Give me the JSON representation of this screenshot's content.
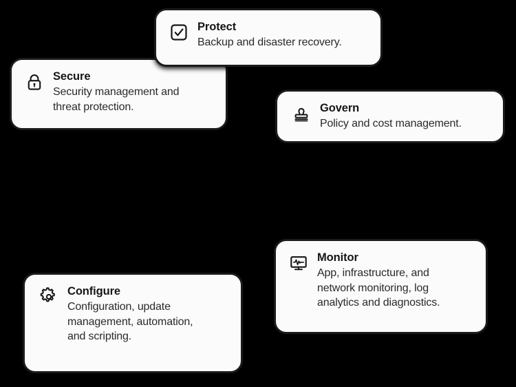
{
  "background_color": "#000000",
  "card_style": {
    "fill": "#fbfbfb",
    "border_color": "#1b1b1b",
    "title_color": "#161616",
    "text_color": "#2a2a2a"
  },
  "cards": [
    {
      "id": "protect",
      "icon": "checkbox-checked-icon",
      "title": "Protect",
      "description": "Backup and disaster recovery.",
      "description_lines": [
        "Backup and disaster recovery."
      ]
    },
    {
      "id": "secure",
      "icon": "lock-icon",
      "title": "Secure",
      "description": "Security management and threat protection.",
      "description_lines": [
        "Security management and",
        "threat protection."
      ]
    },
    {
      "id": "govern",
      "icon": "stamp-icon",
      "title": "Govern",
      "description": "Policy and cost management.",
      "description_lines": [
        "Policy and cost management."
      ]
    },
    {
      "id": "monitor",
      "icon": "monitor-pulse-icon",
      "title": "Monitor",
      "description": "App, infrastructure, and network monitoring, log analytics and diagnostics.",
      "description_lines": [
        "App, infrastructure, and",
        "network monitoring, log",
        "analytics and diagnostics."
      ]
    },
    {
      "id": "configure",
      "icon": "gear-icon",
      "title": "Configure",
      "description": "Configuration, update management, automation, and scripting.",
      "description_lines": [
        "Configuration, update",
        "management, automation,",
        "and scripting."
      ]
    }
  ]
}
